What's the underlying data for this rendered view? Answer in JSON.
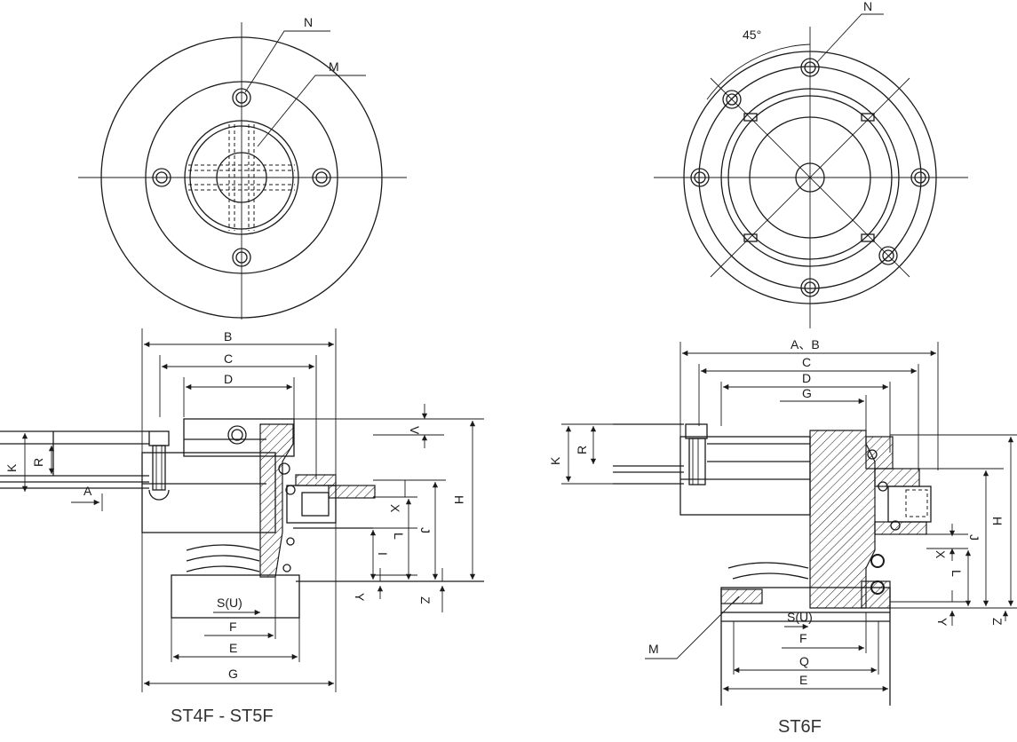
{
  "left_drawing": {
    "top_labels": {
      "n": "N",
      "m": "M"
    },
    "dims": {
      "b": "B",
      "c": "C",
      "d": "D",
      "k": "K",
      "r": "R",
      "a": "A",
      "v": "V",
      "x": "X",
      "h": "H",
      "j": "J",
      "l": "L",
      "i": "I",
      "y": "Y",
      "z": "Z",
      "s_u": "S(U)",
      "f": "F",
      "e": "E",
      "g": "G"
    },
    "caption": "ST4F - ST5F"
  },
  "right_drawing": {
    "top_labels": {
      "n": "N",
      "angle": "45°"
    },
    "dims": {
      "ab": "A、B",
      "c": "C",
      "d": "D",
      "g": "G",
      "k": "K",
      "r": "R",
      "h": "H",
      "j": "J",
      "l": "L",
      "x": "X",
      "y": "Y",
      "z": "Z",
      "s_u": "S(U)",
      "f": "F",
      "q": "Q",
      "e": "E",
      "m": "M"
    },
    "caption": "ST6F"
  }
}
